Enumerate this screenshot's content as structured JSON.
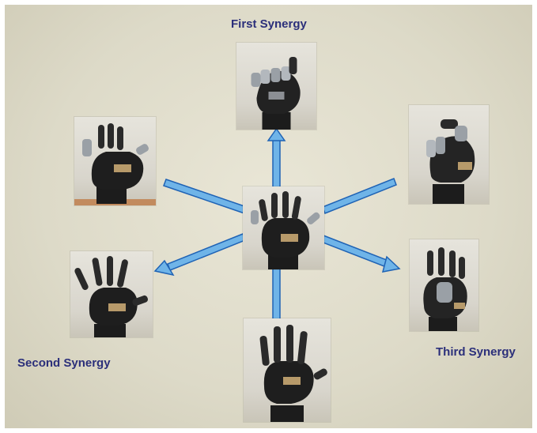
{
  "labels": {
    "first": "First Synergy",
    "second": "Second Synergy",
    "third": "Third Synergy"
  },
  "colors": {
    "arrow_fill": "#6fb4e8",
    "arrow_stroke": "#1f63b5",
    "label_text": "#2b2f7a",
    "background": "#dddac8"
  },
  "photos": [
    {
      "id": "center",
      "pose": "neutral open hand"
    },
    {
      "id": "top",
      "pose": "first synergy closed grasp"
    },
    {
      "id": "top-left",
      "pose": "first synergy opposite pose"
    },
    {
      "id": "top-right",
      "pose": "third synergy grasp"
    },
    {
      "id": "left",
      "pose": "second synergy spread hand"
    },
    {
      "id": "bottom",
      "pose": "open hand back view"
    },
    {
      "id": "right",
      "pose": "third synergy opposite pose"
    }
  ]
}
